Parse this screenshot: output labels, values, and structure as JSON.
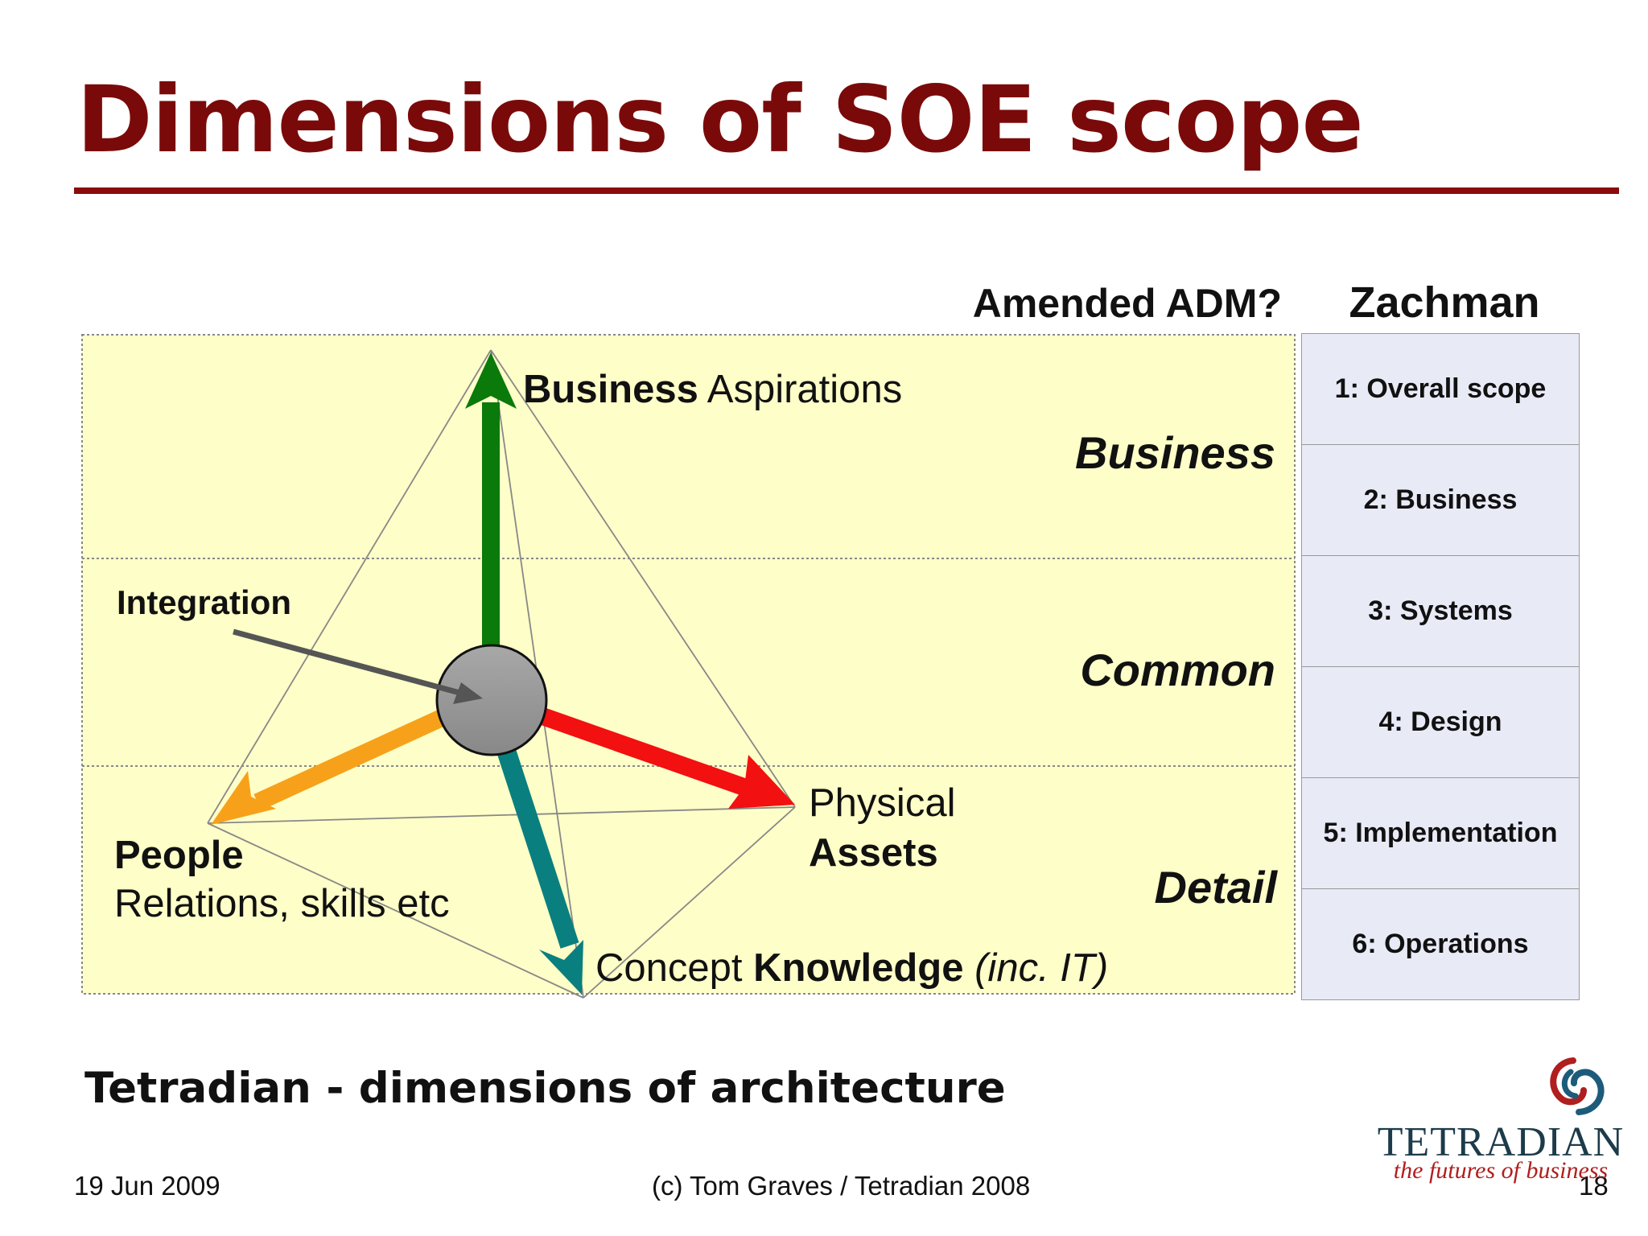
{
  "slide": {
    "title": "Dimensions of SOE scope",
    "caption": "Tetradian - dimensions of architecture",
    "footer_date": "19 Jun 2009",
    "footer_copyright": "(c) Tom Graves / Tetradian 2008",
    "page_number": "18"
  },
  "headers": {
    "amended_adm": "Amended ADM?",
    "zachman": "Zachman"
  },
  "levels": [
    "Business",
    "Common",
    "Detail"
  ],
  "zachman_rows": [
    "1: Overall scope",
    "2: Business",
    "3: Systems",
    "4: Design",
    "5: Implementation",
    "6: Operations"
  ],
  "diagram": {
    "integration": "Integration",
    "business_bold": "Business",
    "business_rest": "Aspirations",
    "people_bold": "People",
    "people_rest": "Relations, skills etc",
    "physical": "Physical",
    "assets": "Assets",
    "concept": "Concept",
    "knowledge": "Knowledge",
    "inc_it": "(inc. IT)"
  },
  "colors": {
    "title": "#7a0a0a",
    "band": "#fefec8",
    "business_arrow": "#0a7a0a",
    "people_arrow": "#f7a11a",
    "physical_arrow": "#f21010",
    "knowledge_arrow": "#0a7f7f",
    "hub": "#999999"
  },
  "logo": {
    "word": "TETRADIAN",
    "tagline": "the futures of business"
  }
}
